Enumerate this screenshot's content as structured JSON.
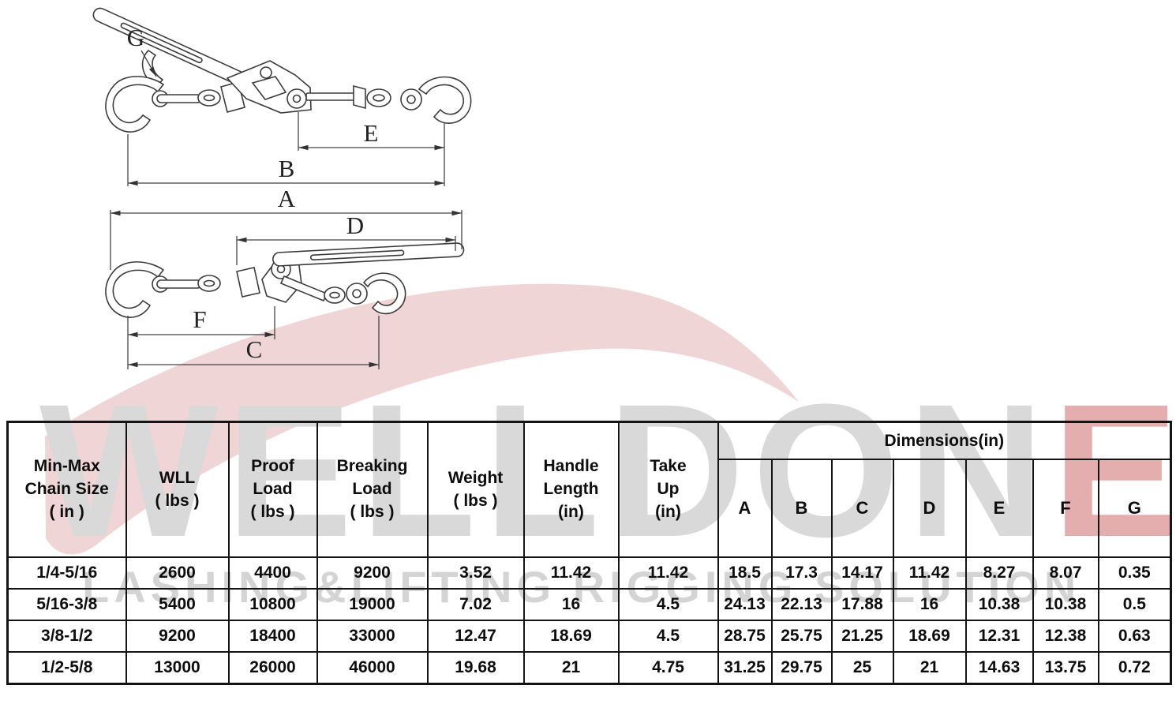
{
  "watermark": {
    "brand_gray": "WELLDON",
    "brand_red": "E",
    "tagline": "LASHING&LIFTING RIGGING SOLUTION",
    "colors": {
      "brand_gray": "#d9d9d9",
      "brand_red": "#e5aeae",
      "tagline": "#d4d4d4",
      "swoosh": "#efd5d5"
    }
  },
  "drawing": {
    "labels": {
      "a": "A",
      "b": "B",
      "c": "C",
      "d": "D",
      "e": "E",
      "f": "F",
      "g": "G"
    }
  },
  "table": {
    "headers": [
      "Min-Max\nChain Size\n( in )",
      "WLL\n( lbs )",
      "Proof\nLoad\n( lbs )",
      "Breaking\nLoad\n( lbs )",
      "Weight\n( lbs )",
      "Handle\nLength\n(in)",
      "Take\nUp\n(in)",
      "Dimensions(in)"
    ],
    "dim_letters": [
      "A",
      "B",
      "C",
      "D",
      "E",
      "F",
      "G"
    ],
    "rows": [
      [
        "1/4-5/16",
        "2600",
        "4400",
        "9200",
        "3.52",
        "11.42",
        "11.42",
        "18.5",
        "17.3",
        "14.17",
        "11.42",
        "8.27",
        "8.07",
        "0.35"
      ],
      [
        "5/16-3/8",
        "5400",
        "10800",
        "19000",
        "7.02",
        "16",
        "4.5",
        "24.13",
        "22.13",
        "17.88",
        "16",
        "10.38",
        "10.38",
        "0.5"
      ],
      [
        "3/8-1/2",
        "9200",
        "18400",
        "33000",
        "12.47",
        "18.69",
        "4.5",
        "28.75",
        "25.75",
        "21.25",
        "18.69",
        "12.31",
        "12.38",
        "0.63"
      ],
      [
        "1/2-5/8",
        "13000",
        "26000",
        "46000",
        "19.68",
        "21",
        "4.75",
        "31.25",
        "29.75",
        "25",
        "21",
        "14.63",
        "13.75",
        "0.72"
      ]
    ]
  }
}
